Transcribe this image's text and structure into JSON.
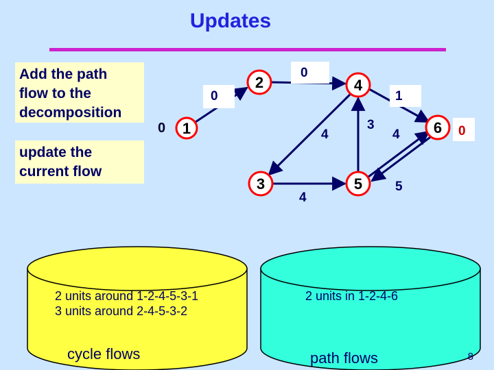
{
  "title": "Updates",
  "textboxes": {
    "add_path": "Add the path\nflow to the\ndecomposition",
    "update_flow": "update the\ncurrent flow"
  },
  "nodes": [
    {
      "id": "n1",
      "label": "1"
    },
    {
      "id": "n2",
      "label": "2"
    },
    {
      "id": "n3",
      "label": "3"
    },
    {
      "id": "n4",
      "label": "4"
    },
    {
      "id": "n5",
      "label": "5"
    },
    {
      "id": "n6",
      "label": "6"
    }
  ],
  "node_flows": {
    "n1": "0",
    "n6": "0"
  },
  "edge_flows": {
    "e12": "0",
    "e24": "0",
    "e46": "1",
    "e43": "4",
    "e54": "3",
    "e56": "4",
    "e35": "4",
    "e65": "5"
  },
  "cycle_store": {
    "lines": [
      "2 units around 1-2-4-5-3-1",
      "3 units around 2-4-5-3-2"
    ],
    "label": "cycle flows",
    "color": "#ffff44"
  },
  "path_store": {
    "lines": [
      "2 units in 1-2-4-6"
    ],
    "label": "path flows",
    "color": "#33ffdd"
  },
  "page_number": "8",
  "colors": {
    "node_border": "#ff0000",
    "edge": "#000066",
    "title": "#2222dd",
    "rule": "#cc22cc"
  }
}
